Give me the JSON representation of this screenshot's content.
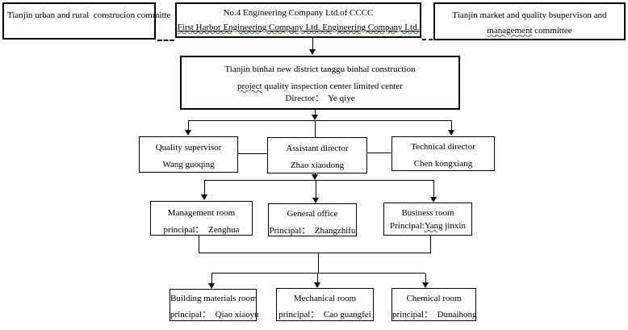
{
  "boxes": {
    "committee1": {
      "line1": "Tianjin urban and rural  construcion committe"
    },
    "company": {
      "line1": "No.4 Engineering Company Ltd.of CCCC",
      "line2": "First Harbor Engineering Company Ltd. Engineering Company Ltd."
    },
    "market": {
      "line1": "Tianjin market and quality bsupervison and",
      "line2_wavy": "management",
      "line2_rest": " committee"
    },
    "director": {
      "line1": "Tianjin binhai new district tanggu binhai construction",
      "line2_wavy": "project",
      "line2_rest": " quality inspection center limited center",
      "line3": "Director：  Ye qiye"
    },
    "quality": {
      "title": "Quality supervisor",
      "name": "Wang guoqing"
    },
    "assistant": {
      "title": "Assistant director",
      "name": "Zhao xiaodong"
    },
    "technical": {
      "title": "Technical director",
      "name": "Chen kongxiang"
    },
    "management_room": {
      "title": "Management room",
      "name": "principal：  Zenghua"
    },
    "general_office": {
      "title": "General office",
      "name": "Principal：  Zhangzhifu"
    },
    "business_room": {
      "title": "Business room",
      "name_pre": "Principal:",
      "name_wavy": "Yang",
      "name_rest": " jinxin"
    },
    "building_room": {
      "title": "Building materials room",
      "name": "principal：  Qiao xiaoyu"
    },
    "mechanical_room": {
      "title": "Mechanical room",
      "name": "principal：  Cao guangfei"
    },
    "chemical_room": {
      "title": "Chemical room",
      "name": "principal：  Dunaihong"
    }
  },
  "colors": {
    "line": "#000000",
    "wavy_underline": "#217821",
    "background": "#ffffff",
    "text": "#000000"
  }
}
